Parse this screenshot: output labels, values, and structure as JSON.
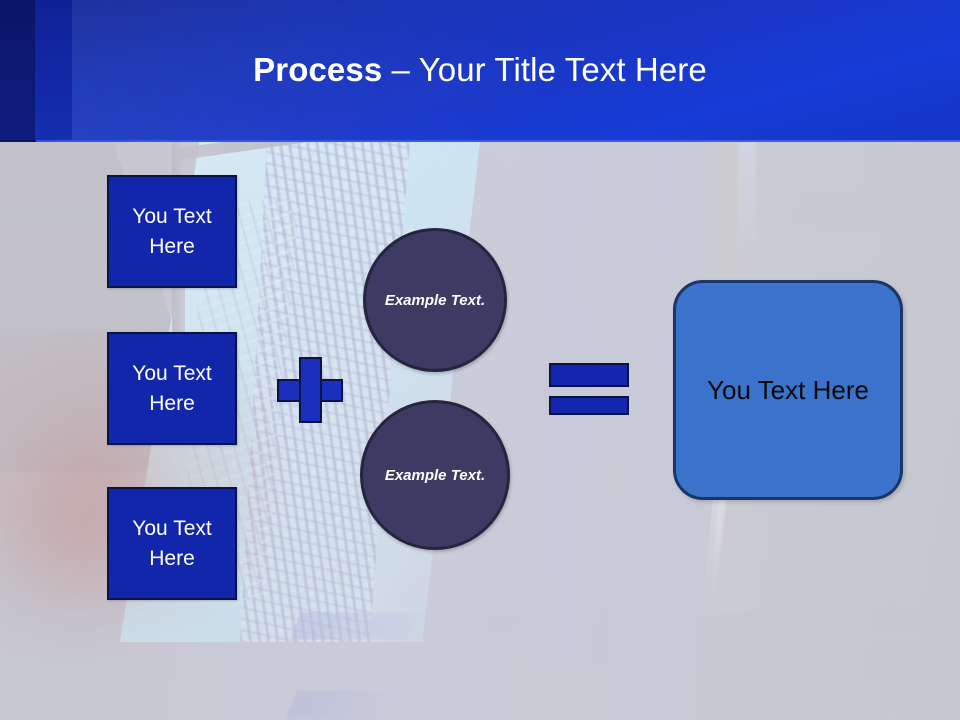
{
  "slide": {
    "header": {
      "title_strong": "Process",
      "title_light": " – Your Title Text Here",
      "bg_color": "#1a37c6",
      "accent_dark": "#0a1566",
      "title_color": "#ffffff"
    },
    "diagram": {
      "input_boxes": [
        {
          "label": "You Text Here"
        },
        {
          "label": "You Text Here"
        },
        {
          "label": "You Text Here"
        }
      ],
      "plus_operator": "+",
      "circles": [
        {
          "label": "Example Text."
        },
        {
          "label": "Example Text."
        }
      ],
      "equals_operator": "=",
      "result_box": {
        "label": "You Text Here"
      }
    },
    "colors": {
      "box_fill": "#1226ab",
      "box_border": "#0b1440",
      "circle_fill": "#3d3b63",
      "circle_border": "#26253f",
      "operator_fill": "#1a2fbe",
      "result_fill": "#3a72cc",
      "result_border": "#1a3566",
      "canvas_bg": "#c6c8d3"
    }
  }
}
